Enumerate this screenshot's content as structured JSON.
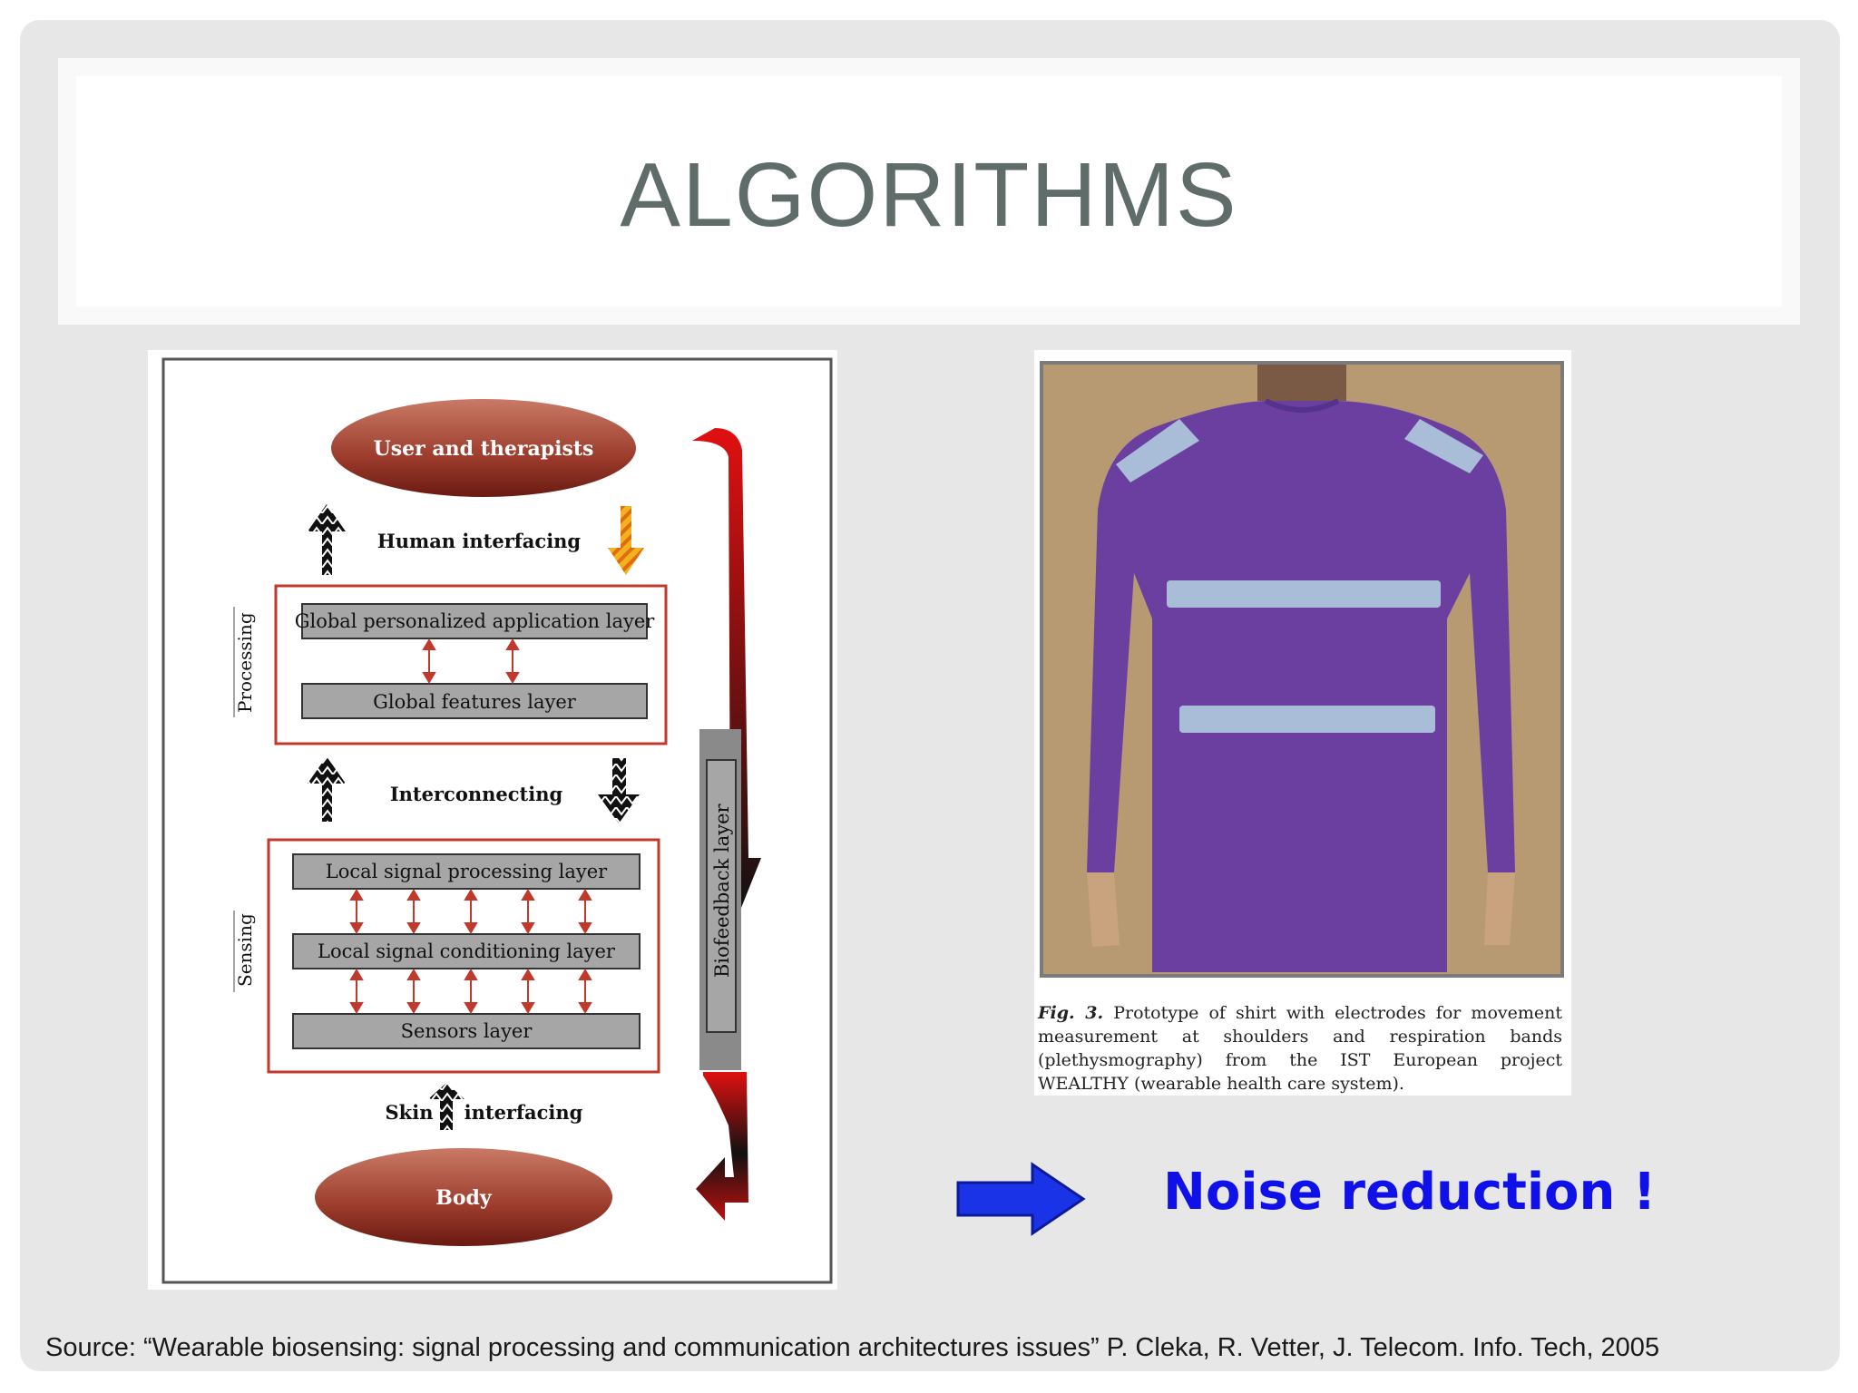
{
  "slide": {
    "title": "ALGORITHMS",
    "source": "Source: “Wearable biosensing: signal processing and communication architectures issues” P. Cleka, R. Vetter, J. Telecom.  Info. Tech, 2005"
  },
  "diagram": {
    "top_ellipse": "User and therapists",
    "human_interfacing": "Human interfacing",
    "processing_label": "Processing",
    "global_app_layer": "Global personalized application layer",
    "global_features_layer": "Global features layer",
    "interconnecting": "Interconnecting",
    "sensing_label": "Sensing",
    "local_processing_layer": "Local signal processing layer",
    "local_conditioning_layer": "Local signal conditioning layer",
    "sensors_layer": "Sensors layer",
    "biofeedback_layer": "Biofeedback layer",
    "skin_label": "Skin",
    "interfacing_label": "interfacing",
    "bottom_ellipse": "Body"
  },
  "figure": {
    "caption_label": "Fig. 3.",
    "caption_text": "Prototype of shirt with electrodes for movement measurement at shoulders and respiration bands (plethysmography) from the IST European project WEALTHY (wearable health care system)."
  },
  "callout": {
    "text": "Noise reduction !",
    "arrow_color": "#1a33e6",
    "text_color": "#1010e8"
  }
}
